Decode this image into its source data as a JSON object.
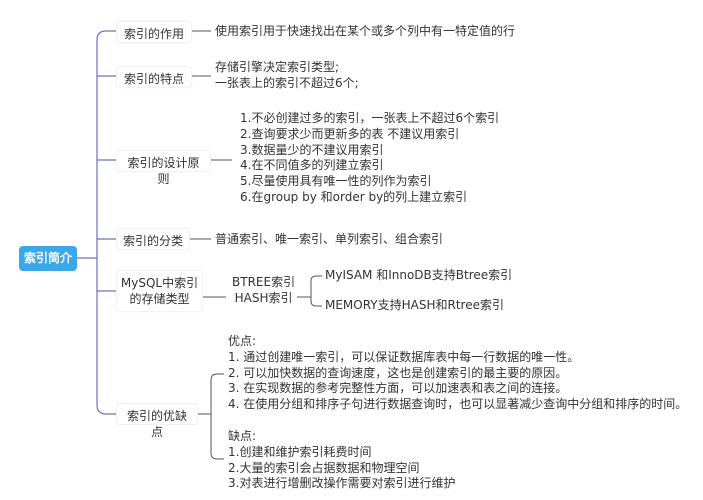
{
  "root": {
    "label": "索引简介",
    "color": "#3aa7e9"
  },
  "line_color": "#6f6fbf",
  "branches": [
    {
      "label": "索引的作用",
      "details": [
        "使用索引用于快速找出在某个或多个列中有一特定值的行"
      ]
    },
    {
      "label": "索引的特点",
      "details": [
        "存储引擎决定索引类型;",
        "一张表上的索引不超过6个;"
      ]
    },
    {
      "label": "索引的设计原则",
      "details": [
        "1.不必创建过多的索引，一张表上不超过6个索引",
        "2.查询要求少而更新多的表 不建议用索引",
        "3.数据量少的不建议用索引",
        "4.在不同值多的列建立索引",
        "5.尽量使用具有唯一性的列作为索引",
        "6.在group by 和order by的列上建立索引"
      ]
    },
    {
      "label": "索引的分类",
      "details": [
        "普通索引、唯一索引、单列索引、组合索引"
      ]
    },
    {
      "label_lines": [
        "MySQL中索引",
        "的存储类型"
      ],
      "types": [
        "BTREE索引",
        "HASH索引"
      ],
      "support": [
        "MyISAM 和InnoDB支持Btree索引",
        "MEMORY支持HASH和Rtree索引"
      ]
    },
    {
      "label": "索引的优缺点",
      "pros_title": "优点:",
      "pros": [
        "1. 通过创建唯一索引，可以保证数据库表中每一行数据的唯一性。",
        "2. 可以加快数据的查询速度，这也是创建索引的最主要的原因。",
        "3. 在实现数据的参考完整性方面，可以加速表和表之间的连接。",
        "4. 在使用分组和排序子句进行数据查询时，也可以显著减少查询中分组和排序的时间。"
      ],
      "cons_title": "缺点:",
      "cons": [
        "1.创建和维护索引耗费时间",
        "2.大量的索引会占据数据和物理空间",
        "3.对表进行增删改操作需要对索引进行维护"
      ]
    }
  ]
}
